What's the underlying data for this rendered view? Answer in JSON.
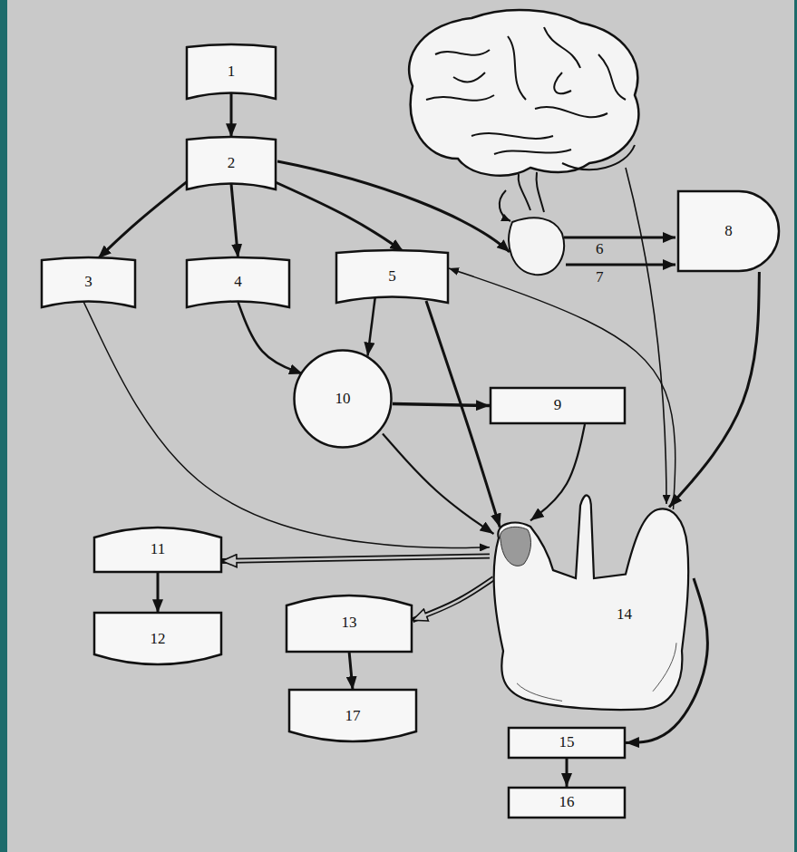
{
  "diagram": {
    "nodes": [
      {
        "text": [
          "1"
        ]
      },
      {
        "text": [
          "2"
        ]
      },
      {
        "text": [
          "3"
        ]
      },
      {
        "text": [
          "4"
        ]
      },
      {
        "text": [
          "5"
        ]
      },
      {
        "text": [
          "8"
        ]
      },
      {
        "text": [
          "10"
        ]
      },
      {
        "text": [
          "9"
        ]
      },
      {
        "text": [
          "11"
        ]
      },
      {
        "text": [
          "14"
        ]
      },
      {
        "text": [
          "13"
        ]
      },
      {
        "text": [
          "12"
        ]
      },
      {
        "text": [
          "17"
        ]
      },
      {
        "text": [
          "15"
        ]
      },
      {
        "text": [
          "16"
        ]
      }
    ],
    "edges": [
      {
        "from": 0,
        "to": 1,
        "arrow": "to"
      },
      {
        "from": 1,
        "to": 2,
        "arrow": "to"
      },
      {
        "from": 1,
        "to": 3,
        "arrow": "to"
      },
      {
        "from": 1,
        "to": 4,
        "arrow": "to"
      },
      {
        "from": 3,
        "to": 6,
        "arrow": "to"
      },
      {
        "from": 4,
        "to": 6,
        "arrow": "to"
      },
      {
        "from": 6,
        "to": 7,
        "arrow": "to"
      },
      {
        "from": 6,
        "to": 9,
        "arrow": "to"
      },
      {
        "from": 4,
        "to": 9,
        "arrow": "to"
      },
      {
        "from": 7,
        "to": 9,
        "arrow": "to"
      },
      {
        "from": 5,
        "to": 9,
        "arrow": "to"
      },
      {
        "from": 2,
        "to": 9,
        "arrow": "to"
      },
      {
        "from": 9,
        "to": 8,
        "arrow": "to"
      },
      {
        "from": 9,
        "to": 10,
        "arrow": "to"
      },
      {
        "from": 8,
        "to": 11,
        "arrow": "to"
      },
      {
        "from": 10,
        "to": 12,
        "arrow": "to"
      },
      {
        "from": 9,
        "to": 13,
        "arrow": "to"
      },
      {
        "from": 13,
        "to": 14,
        "arrow": "to"
      },
      {
        "from": 9,
        "to": 4,
        "arrow": "to"
      }
    ],
    "labels": [
      "6",
      "7"
    ]
  }
}
